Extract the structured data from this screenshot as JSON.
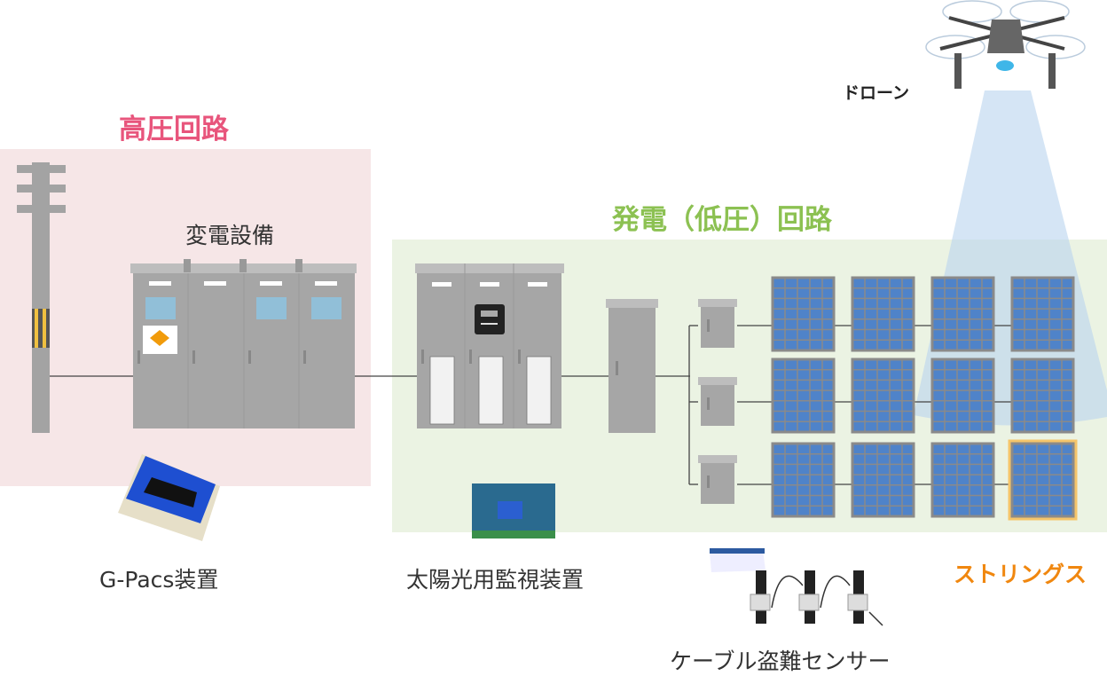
{
  "regions": {
    "high_voltage": {
      "title": "高圧回路",
      "color": "#e8557c"
    },
    "low_voltage": {
      "title": "発電（低圧）回路",
      "color": "#8cc152"
    }
  },
  "labels": {
    "substation": "変電設備",
    "gpacs": "G-Pacs装置",
    "solar_monitor": "太陽光用監視装置",
    "cable_sensor": "ケーブル盗難センサー",
    "strings": "ストリングス",
    "drone": "ドローン"
  },
  "colors": {
    "strings": "#f0870f",
    "panel": "#4f83c9",
    "cabinet": "#a6a6a6"
  }
}
